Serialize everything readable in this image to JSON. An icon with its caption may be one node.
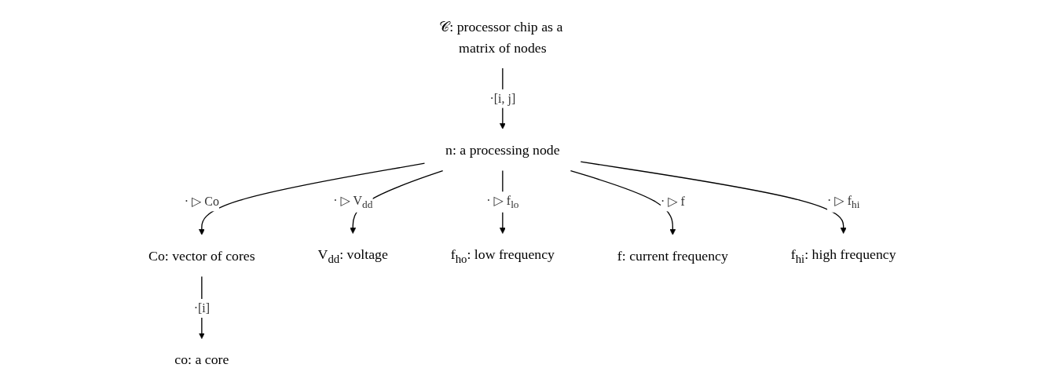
{
  "diagram": {
    "nodes": [
      {
        "text": [
          "𝒞: processor chip as a matrix of nodes"
        ]
      },
      {
        "text": [
          "n: a processing node"
        ]
      },
      {
        "text": [
          "Co: vector of cores"
        ]
      },
      {
        "text": [
          "V$_{dd}$: voltage"
        ]
      },
      {
        "text": [
          "f$_{ho}$: low frequency"
        ]
      },
      {
        "text": [
          "f: current frequency"
        ]
      },
      {
        "text": [
          "f$_{hi}$: high frequency"
        ]
      },
      {
        "text": [
          "co: a core"
        ]
      }
    ],
    "edges": [
      {
        "from": 0,
        "to": 1,
        "arrow": "to",
        "label": "·[i, j]"
      },
      {
        "from": 1,
        "to": 2,
        "arrow": "to",
        "label": "· ▷ Co"
      },
      {
        "from": 1,
        "to": 3,
        "arrow": "to",
        "label": "· ▷ V$_{dd}$"
      },
      {
        "from": 1,
        "to": 4,
        "arrow": "to",
        "label": "· ▷ f$_{lo}$"
      },
      {
        "from": 1,
        "to": 5,
        "arrow": "to",
        "label": "· ▷ f"
      },
      {
        "from": 1,
        "to": 6,
        "arrow": "to",
        "label": "· ▷ f$_{hi}$"
      },
      {
        "from": 2,
        "to": 7,
        "arrow": "to",
        "label": "·[i]"
      }
    ]
  }
}
